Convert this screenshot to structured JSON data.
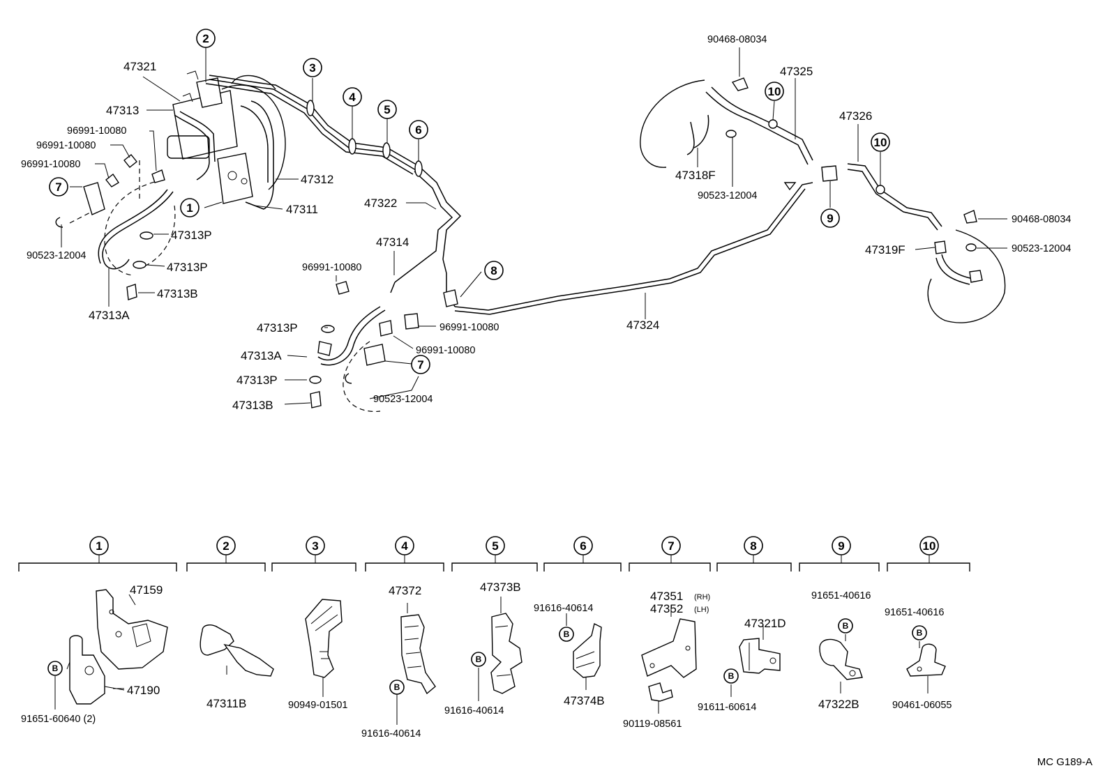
{
  "callouts": [
    "1",
    "2",
    "3",
    "4",
    "5",
    "6",
    "7",
    "8",
    "9",
    "10"
  ],
  "bolt_marker": "B",
  "parts_upper": {
    "p47321": "47321",
    "p47313": "47313",
    "p96991_a": "96991-10080",
    "p96991_b": "96991-10080",
    "p96991_c": "96991-10080",
    "p90523_left": "90523-12004",
    "p47313P_1": "47313P",
    "p47313P_2": "47313P",
    "p47313B_1": "47313B",
    "p47313A_1": "47313A",
    "p47312": "47312",
    "p47311": "47311",
    "p47322": "47322",
    "p47314": "47314",
    "p96991_d": "96991-10080",
    "p96991_e": "96991-10080",
    "p96991_f": "96991-10080",
    "p47313P_3": "47313P",
    "p47313A_2": "47313A",
    "p47313P_4": "47313P",
    "p47313B_2": "47313B",
    "p90523_mid": "90523-12004",
    "p47324": "47324",
    "p90468_top": "90468-08034",
    "p47325": "47325",
    "p47318F": "47318F",
    "p90523_right1": "90523-12004",
    "p47326": "47326",
    "p90468_right": "90468-08034",
    "p90523_right2": "90523-12004",
    "p47319F": "47319F"
  },
  "groups": [
    {
      "num": "1",
      "labels": {
        "a": "47159",
        "b": "47190",
        "c": "91651-60640 (2)"
      }
    },
    {
      "num": "2",
      "labels": {
        "a": "47311B"
      }
    },
    {
      "num": "3",
      "labels": {
        "a": "90949-01501"
      }
    },
    {
      "num": "4",
      "labels": {
        "a": "47372",
        "b": "91616-40614"
      }
    },
    {
      "num": "5",
      "labels": {
        "a": "47373B",
        "b": "91616-40614"
      }
    },
    {
      "num": "6",
      "labels": {
        "a": "91616-40614",
        "b": "47374B"
      }
    },
    {
      "num": "7",
      "labels": {
        "a": "47351",
        "a_tag": "(RH)",
        "b": "47352",
        "b_tag": "(LH)",
        "c": "90119-08561"
      }
    },
    {
      "num": "8",
      "labels": {
        "a": "47321D",
        "b": "91611-60614"
      }
    },
    {
      "num": "9",
      "labels": {
        "a": "91651-40616",
        "b": "47322B"
      }
    },
    {
      "num": "10",
      "labels": {
        "a": "91651-40616",
        "b": "90461-06055"
      }
    }
  ],
  "footer_code": "MC  G189-A"
}
